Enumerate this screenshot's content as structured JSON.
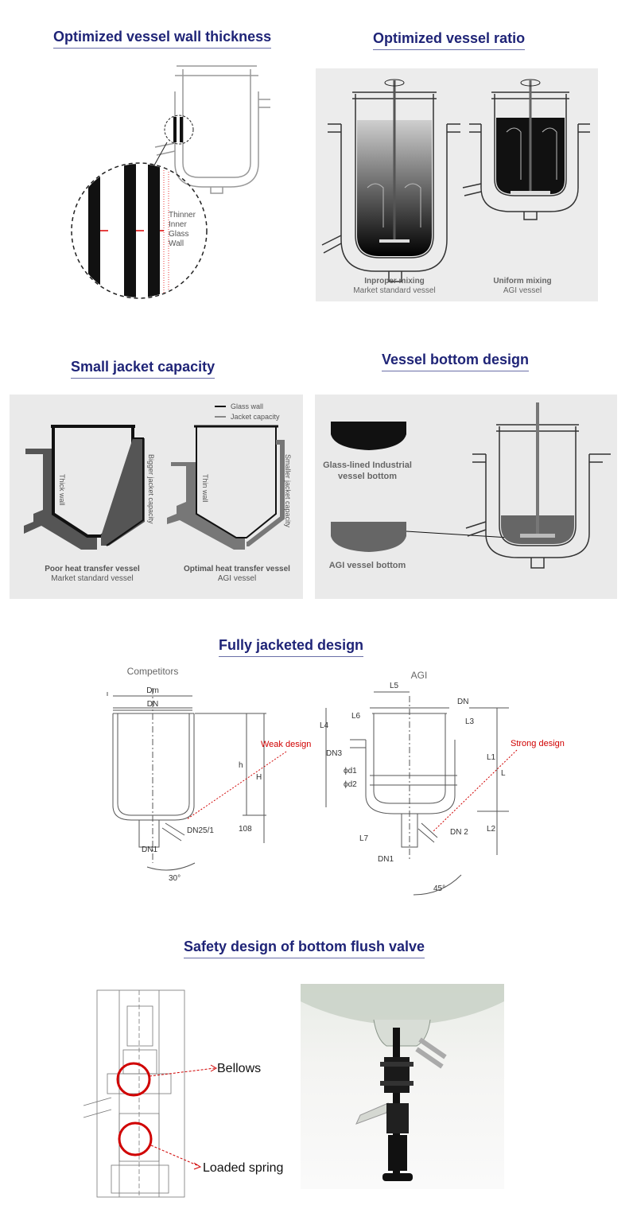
{
  "sections": {
    "wall_thickness": {
      "title": "Optimized vessel wall thickness",
      "note_lines": [
        "Thinner",
        "Inner",
        "Glass",
        "Wall"
      ]
    },
    "vessel_ratio": {
      "title": "Optimized vessel ratio",
      "left_caption": "Inproper mixing",
      "left_sub": "Market standard vessel",
      "right_caption": "Uniform mixing",
      "right_sub": "AGI vessel"
    },
    "jacket_capacity": {
      "title": "Small jacket capacity",
      "legend_glass": "Glass wall",
      "legend_jacket": "Jacket capacity",
      "left_vert_outer": "Bigger jacket capacity",
      "left_vert_inner": "Thick wall",
      "right_vert_outer": "Smaller jacket capacity",
      "right_vert_inner": "Thin wall",
      "left_caption": "Poor heat transfer vessel",
      "left_sub": "Market standard vessel",
      "right_caption": "Optimal heat transfer vessel",
      "right_sub": "AGI vessel"
    },
    "bottom_design": {
      "title": "Vessel bottom design",
      "glass_lined_l1": "Glass-lined Industrial",
      "glass_lined_l2": "vessel bottom",
      "agi_bottom": "AGI vessel bottom"
    },
    "fully_jacketed": {
      "title": "Fully jacketed design",
      "competitors_label": "Competitors",
      "agi_label": "AGI",
      "weak_note": "Weak design",
      "strong_note": "Strong design",
      "comp_dims": {
        "dm": "Dm",
        "dn": "DN",
        "h": "h",
        "H": "H",
        "v108": "108",
        "dn25": "DN25/1",
        "dn1": "DN1",
        "angle": "30°"
      },
      "agi_dims": {
        "l5": "L5",
        "dn": "DN",
        "l6": "L6",
        "l4": "L4",
        "l3": "L3",
        "dn3": "DN3",
        "d1": "ϕd1",
        "d2": "ϕd2",
        "l1": "L1",
        "l": "L",
        "l2": "L2",
        "l7": "L7",
        "dn2": "DN 2",
        "dn1": "DN1",
        "angle": "45°"
      }
    },
    "flush_valve": {
      "title": "Safety design of bottom flush valve",
      "bellows_label": "Bellows",
      "spring_label": "Loaded spring"
    }
  },
  "colors": {
    "heading": "#1f2477",
    "panel_bg": "#eaeaea",
    "red": "#d00000"
  }
}
